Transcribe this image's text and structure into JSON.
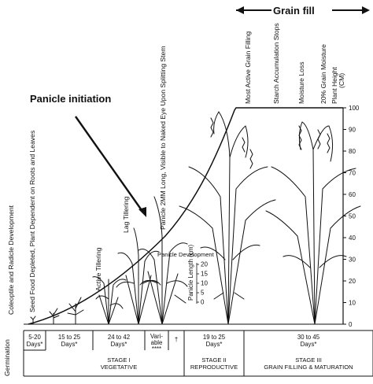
{
  "grain_fill": {
    "label": "Grain fill"
  },
  "panicle_initiation": {
    "label": "Panicle initiation"
  },
  "germination": {
    "label": "Germination"
  },
  "annotations": [
    "Coleoptile and Radicle Development",
    "Seed Food Depleted, Plant Dependent on Roots and Leaves",
    "Active Tillering",
    "Lag Tillering",
    "Panicle 2MM Long, Visible to Naked Eye Upon Splitting Stem",
    "Most Active Grain Filling",
    "Starch Accumulation Stops",
    "Moisture Loss",
    "20% Grain Moisture"
  ],
  "panicle_development": {
    "label": "Panicle Development",
    "axis_label": "Panicle Length (cm)",
    "ticks": [
      "20",
      "15",
      "10",
      "5",
      "0"
    ]
  },
  "height_axis": {
    "label_line1": "Plant Height",
    "label_line2": "(CM)",
    "ticks": [
      "100",
      "90",
      "80",
      "70",
      "60",
      "50",
      "40",
      "30",
      "20",
      "10",
      "0"
    ]
  },
  "durations": [
    {
      "line1": "5-20",
      "line2": "Days*"
    },
    {
      "line1": "15 to 25",
      "line2": "Days*"
    },
    {
      "line1": "24 to 42",
      "line2": "Days*"
    },
    {
      "line1": "Vari-",
      "line2": "able",
      "line3": "****"
    },
    {
      "line1": "†"
    },
    {
      "line1": "19 to 25",
      "line2": "Days*"
    },
    {
      "line1": "30 to 45",
      "line2": "Days*"
    }
  ],
  "stages": [
    {
      "line1": "STAGE I",
      "line2": "VEGETATIVE"
    },
    {
      "line1": "STAGE II",
      "line2": "REPRODUCTIVE"
    },
    {
      "line1": "STAGE III",
      "line2": "GRAIN FILLING & MATURATION"
    }
  ]
}
